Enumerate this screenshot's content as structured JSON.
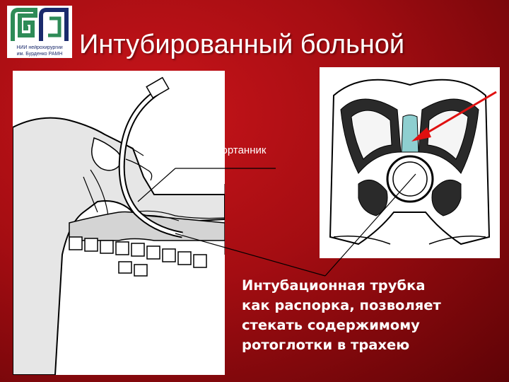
{
  "logo": {
    "line1": "НИИ нейрохирургии",
    "line2": "им. Бурденко РАМН"
  },
  "title": "Интубированный больной",
  "callouts": {
    "epiglottis": "надгортанник"
  },
  "caption": {
    "lines": [
      "Интубационная трубка",
      "как распорка, позволяет",
      "стекать содержимому",
      "ротоглотки в трахею"
    ]
  },
  "colors": {
    "background": "#b3101a",
    "text": "#ffffff",
    "arrow": "#e01010",
    "logo_blue": "#1a2a6c",
    "logo_green": "#2e8b57"
  }
}
